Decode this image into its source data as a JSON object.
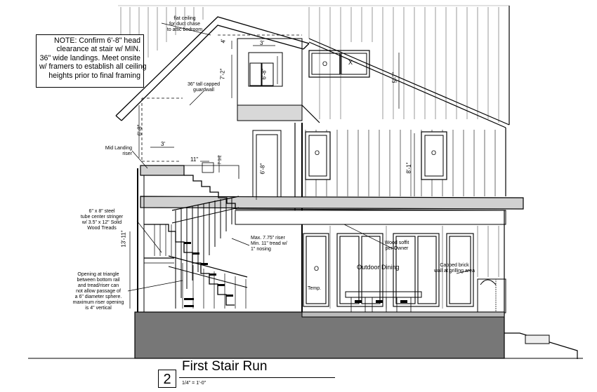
{
  "note": {
    "lines": [
      "NOTE:  Confirm 6'-8\" head",
      "clearance at stair w/ MIN.",
      "36\" wide landings.  Meet onsite",
      "w/ framers to establish all ceiling",
      "heights prior to final framing"
    ]
  },
  "labels": {
    "flat_ceiling": [
      "flat ceiling",
      "for duct chase",
      "to attic bedroom"
    ],
    "guardwall": [
      "36\" tall capped",
      "guardwall"
    ],
    "mid_landing": [
      "Mid Landing",
      "riser"
    ],
    "stringer": [
      "6\" x 8\" steel",
      "tube center stringer",
      "w/ 3.5\" x 12\" Solid",
      "Wood Treads"
    ],
    "opening": [
      "Opening at triangle",
      "between bottom rail",
      "and tread/riser can",
      "not allow passage of",
      "a 6\" diameter sphere.",
      "maximum riser opening",
      "is 4\" vertical"
    ],
    "riser": [
      "Max. 7.75\" riser",
      "Min. 11\" tread w/",
      "1\" nosing"
    ],
    "soffit": [
      "Wood soffit",
      "per Owner"
    ],
    "outdoor_dining": "Outdoor Dining",
    "brick_wall": [
      "Capped brick",
      "wall at grilling area"
    ],
    "temp": "Temp.",
    "window_o": "O",
    "window_x": "X"
  },
  "dimensions": {
    "width_3ft_top": "3'",
    "height_4ft": "4'",
    "height_7_2": "7'-2\"",
    "height_6_8_win": "6'-8\"",
    "height_5_7": "5'-7\"",
    "height_6_8_left": "6'-8\"",
    "width_3ft_mid": "3'",
    "tread_11": "11\"",
    "riser_7_5": "7 1/2",
    "height_6_8_door": "6'-8\"",
    "height_8_1": "8'-1\"",
    "height_13_11": "13'-11\""
  },
  "title": {
    "number": "2",
    "name": "First Stair Run",
    "scale": "1/4\"  =  1'-0\""
  }
}
